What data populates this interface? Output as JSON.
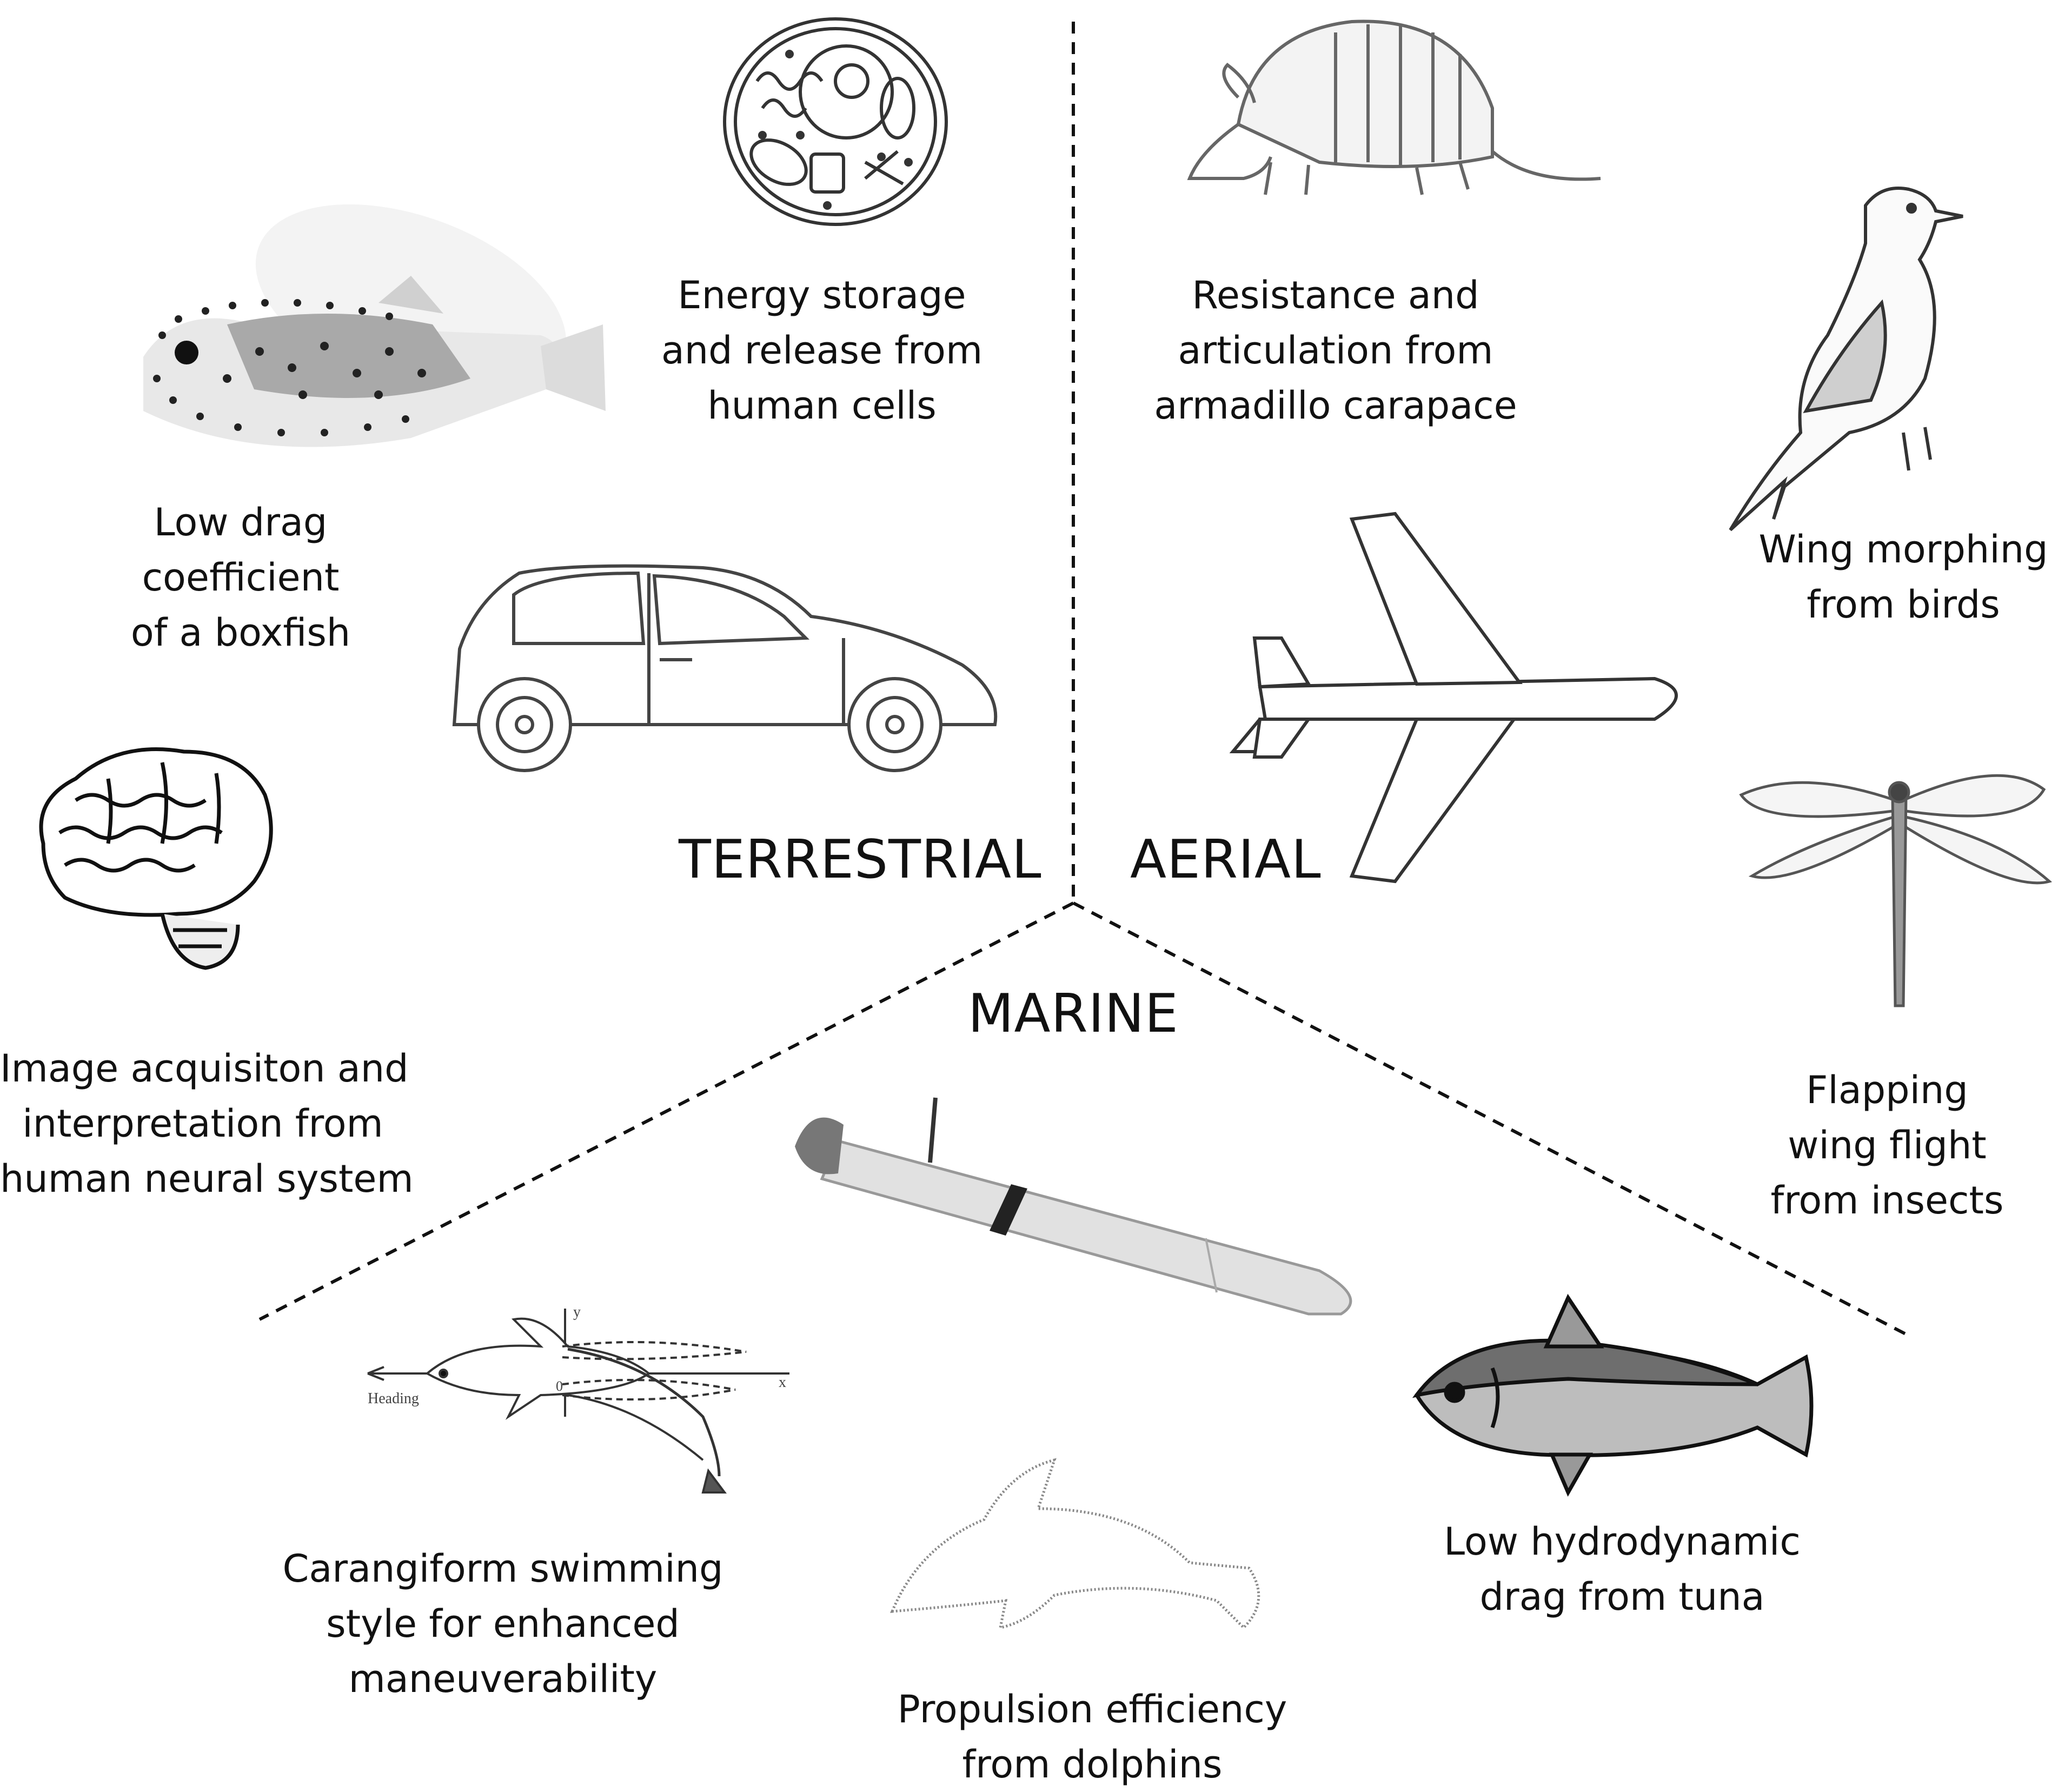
{
  "regions": {
    "terrestrial": "TERRESTRIAL",
    "aerial": "AERIAL",
    "marine": "MARINE"
  },
  "captions": {
    "cell": [
      "Energy storage",
      "and release from",
      "human cells"
    ],
    "armadillo": [
      "Resistance and",
      "articulation from",
      "armadillo carapace"
    ],
    "boxfish": [
      "Low drag",
      "coefficient",
      "of a boxfish"
    ],
    "bird": [
      "Wing morphing",
      "from birds"
    ],
    "brain": [
      "Image acquisiton and",
      "interpretation from",
      "human neural system"
    ],
    "insect": [
      "Flapping",
      "wing flight",
      "from insects"
    ],
    "carangiform": [
      "Carangiform swimming",
      "style for enhanced",
      "maneuverability"
    ],
    "tuna": [
      "Low hydrodynamic",
      "drag from tuna"
    ],
    "dolphin": [
      "Propulsion efficiency",
      "from dolphins"
    ]
  },
  "diagram_labels": {
    "heading": "Heading",
    "y_axis": "y",
    "x_axis": "x",
    "origin": "0"
  },
  "colors": {
    "line": "#111111",
    "sketch": "#333333",
    "shade_light": "#e6e6e6",
    "shade_mid": "#bdbdbd",
    "shade_dark": "#6e6e6e"
  },
  "icons": [
    "boxfish-illustration",
    "cell-illustration",
    "armadillo-illustration",
    "bird-illustration",
    "car-illustration",
    "airplane-illustration",
    "brain-illustration",
    "dragonfly-illustration",
    "auv-vehicle-illustration",
    "carangiform-diagram",
    "tuna-illustration",
    "dolphin-outline"
  ]
}
